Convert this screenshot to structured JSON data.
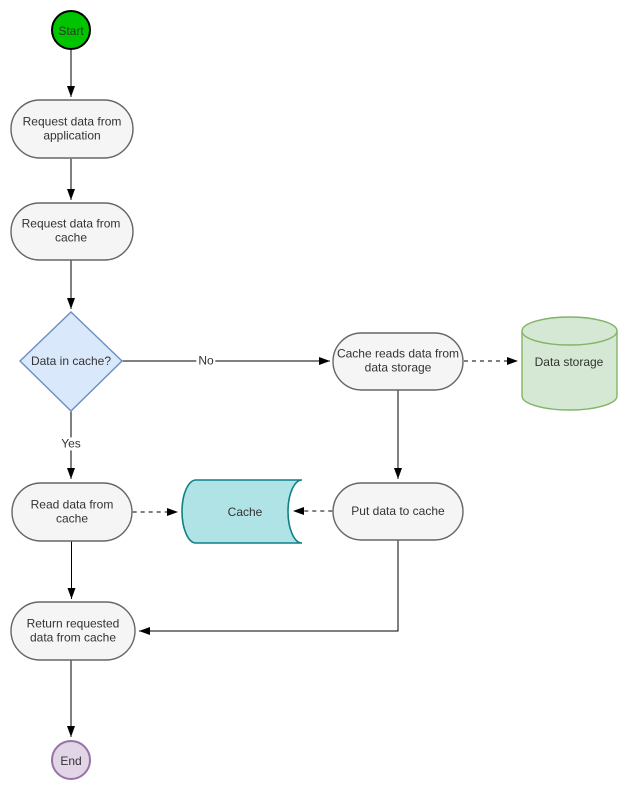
{
  "diagram": {
    "type": "flowchart",
    "nodes": {
      "start": {
        "label": "Start",
        "shape": "circle",
        "fill": "#00c400",
        "stroke": "#000000"
      },
      "request_app": {
        "label": "Request data from application",
        "shape": "stadium",
        "fill": "#f5f5f5",
        "stroke": "#666666"
      },
      "request_cache": {
        "label": "Request data from cache",
        "shape": "stadium",
        "fill": "#f5f5f5",
        "stroke": "#666666"
      },
      "data_in_cache": {
        "label": "Data in cache?",
        "shape": "diamond",
        "fill": "#dae8fc",
        "stroke": "#6c8ebf"
      },
      "cache_reads": {
        "label": "Cache reads data from data storage",
        "shape": "stadium",
        "fill": "#f5f5f5",
        "stroke": "#666666"
      },
      "data_storage": {
        "label": "Data storage",
        "shape": "cylinder",
        "fill": "#d5e8d4",
        "stroke": "#82b366"
      },
      "read_cache": {
        "label": "Read data from cache",
        "shape": "stadium",
        "fill": "#f5f5f5",
        "stroke": "#666666"
      },
      "cache": {
        "label": "Cache",
        "shape": "horizontal-cylinder",
        "fill": "#b0e3e6",
        "stroke": "#0e8088"
      },
      "put_cache": {
        "label": "Put data to cache",
        "shape": "stadium",
        "fill": "#f5f5f5",
        "stroke": "#666666"
      },
      "return_data": {
        "label": "Return requested data from cache",
        "shape": "stadium",
        "fill": "#f5f5f5",
        "stroke": "#666666"
      },
      "end": {
        "label": "End",
        "shape": "circle",
        "fill": "#e1d5e7",
        "stroke": "#9673a6"
      }
    },
    "edge_labels": {
      "no": "No",
      "yes": "Yes"
    },
    "edges": [
      {
        "from": "start",
        "to": "request_app",
        "style": "solid"
      },
      {
        "from": "request_app",
        "to": "request_cache",
        "style": "solid"
      },
      {
        "from": "request_cache",
        "to": "data_in_cache",
        "style": "solid"
      },
      {
        "from": "data_in_cache",
        "to": "cache_reads",
        "style": "solid",
        "label": "No"
      },
      {
        "from": "cache_reads",
        "to": "data_storage",
        "style": "dashed"
      },
      {
        "from": "cache_reads",
        "to": "put_cache",
        "style": "solid"
      },
      {
        "from": "data_in_cache",
        "to": "read_cache",
        "style": "solid",
        "label": "Yes"
      },
      {
        "from": "read_cache",
        "to": "cache",
        "style": "dashed"
      },
      {
        "from": "put_cache",
        "to": "cache",
        "style": "dashed"
      },
      {
        "from": "read_cache",
        "to": "return_data",
        "style": "solid"
      },
      {
        "from": "put_cache",
        "to": "return_data",
        "style": "solid"
      },
      {
        "from": "return_data",
        "to": "end",
        "style": "solid"
      }
    ],
    "colors": {
      "process_fill": "#f5f5f5",
      "process_stroke": "#666666",
      "edge": "#000000",
      "font": "#333333",
      "background": "#ffffff"
    }
  }
}
